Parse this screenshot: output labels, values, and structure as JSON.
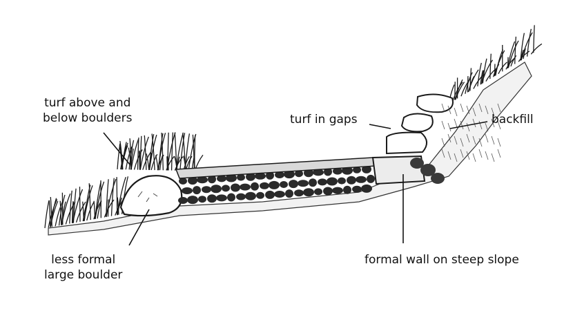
{
  "labels": {
    "turf_boulders": [
      "turf above and",
      "below boulders"
    ],
    "turf_gaps": "turf in gaps",
    "backfill": "backfill",
    "less_formal": [
      "less formal",
      "large boulder"
    ],
    "formal_wall": "formal wall on steep slope"
  },
  "colors": {
    "ink": "#111111",
    "stone_dark": "#2a2a2a",
    "stone_light": "#e8e8e8",
    "background": "#ffffff"
  }
}
